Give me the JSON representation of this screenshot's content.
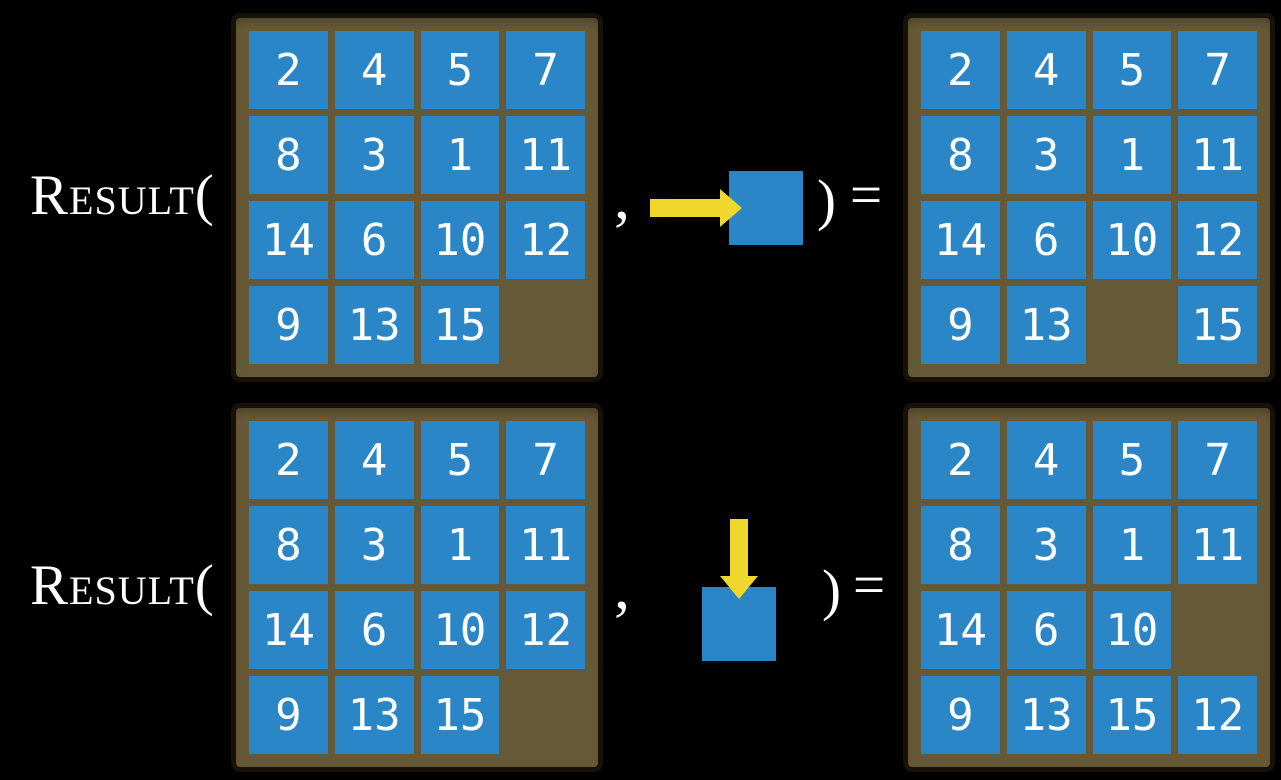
{
  "formula": {
    "function_name": "Result",
    "open_paren": "(",
    "comma": ",",
    "close_paren": ")",
    "equals_sign": "="
  },
  "colors": {
    "background": "#000000",
    "board": "#665937",
    "board_border": "#17110a",
    "tile": "#2a86c6",
    "tile_text": "#ffffff",
    "formula_text": "#ffffff",
    "arrow": "#efd72e"
  },
  "rows": [
    {
      "action_icon": "arrow-right-icon",
      "action_direction": "right",
      "before": [
        [
          2,
          4,
          5,
          7
        ],
        [
          8,
          3,
          1,
          11
        ],
        [
          14,
          6,
          10,
          12
        ],
        [
          9,
          13,
          15,
          null
        ]
      ],
      "after": [
        [
          2,
          4,
          5,
          7
        ],
        [
          8,
          3,
          1,
          11
        ],
        [
          14,
          6,
          10,
          12
        ],
        [
          9,
          13,
          null,
          15
        ]
      ]
    },
    {
      "action_icon": "arrow-down-icon",
      "action_direction": "down",
      "before": [
        [
          2,
          4,
          5,
          7
        ],
        [
          8,
          3,
          1,
          11
        ],
        [
          14,
          6,
          10,
          12
        ],
        [
          9,
          13,
          15,
          null
        ]
      ],
      "after": [
        [
          2,
          4,
          5,
          7
        ],
        [
          8,
          3,
          1,
          11
        ],
        [
          14,
          6,
          10,
          null
        ],
        [
          9,
          13,
          15,
          12
        ]
      ]
    }
  ]
}
